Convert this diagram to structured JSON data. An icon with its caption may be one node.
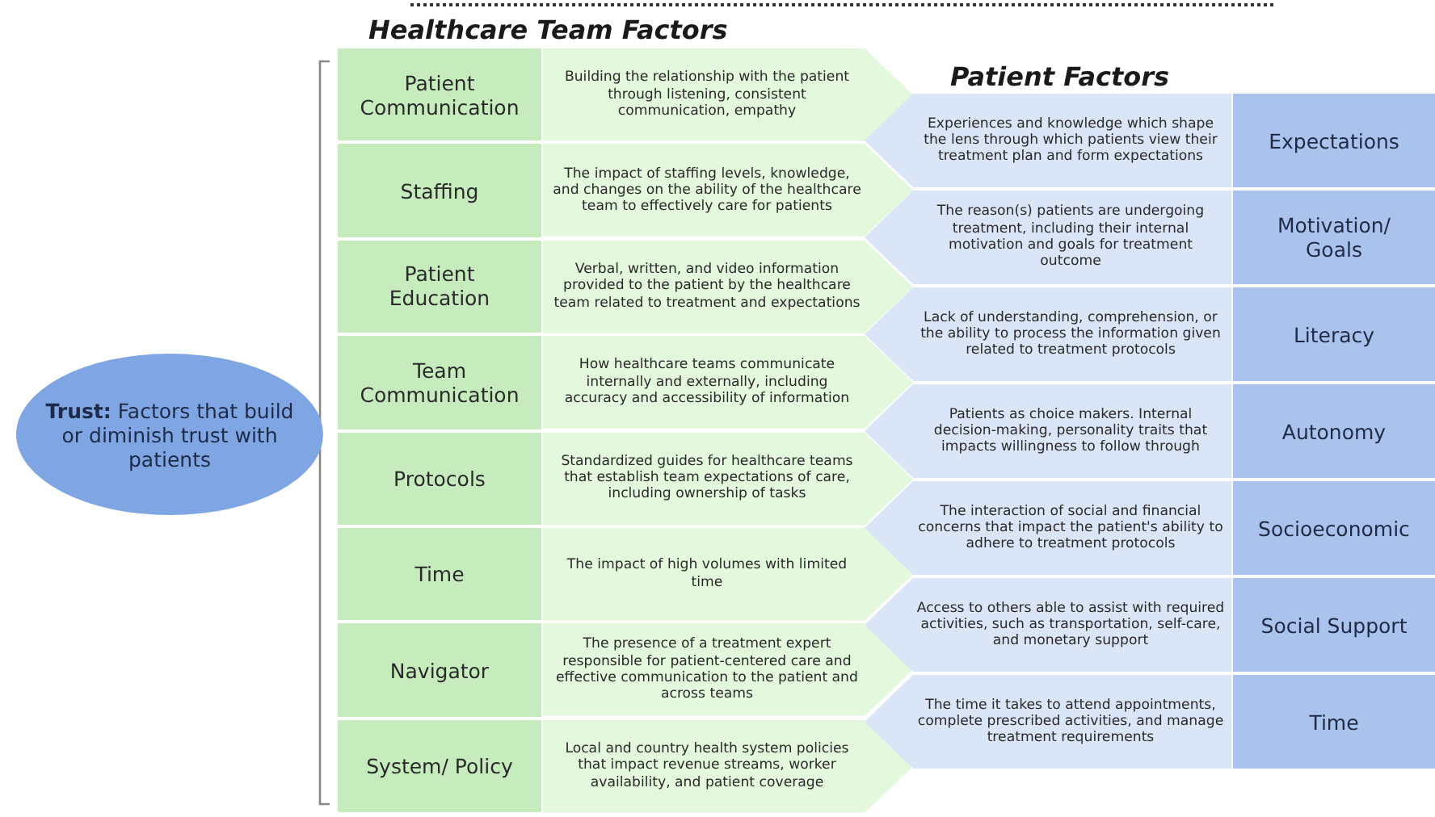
{
  "diagram": {
    "nodes": [
      {
        "text": [
          "**Trust:** Factors that build or diminish trust with patients"
        ]
      },
      {
        "text": [
          "Patient Communication"
        ]
      },
      {
        "text": [
          "Building the relationship with the patient through listening, consistent communication, empathy"
        ]
      },
      {
        "text": [
          "Staffing"
        ]
      },
      {
        "text": [
          "The impact of staffing levels, knowledge, and changes on the ability of the healthcare team to effectively care for patients"
        ]
      },
      {
        "text": [
          "Patient Education"
        ]
      },
      {
        "text": [
          "Verbal, written, and video information provided to the patient by the healthcare team related to treatment and expectations"
        ]
      },
      {
        "text": [
          "Team Communication"
        ]
      },
      {
        "text": [
          "How healthcare teams communicate internally and externally, including accuracy and accessibility of information"
        ]
      },
      {
        "text": [
          "Protocols"
        ]
      },
      {
        "text": [
          "Standardized guides for healthcare teams that establish team expectations of care, including ownership of tasks"
        ]
      },
      {
        "text": [
          "Time"
        ]
      },
      {
        "text": [
          "The impact of high volumes with limited time"
        ]
      },
      {
        "text": [
          "Navigator"
        ]
      },
      {
        "text": [
          "The presence of a treatment expert responsible for patient-centered care and effective communication to the patient and across teams"
        ]
      },
      {
        "text": [
          "System/ Policy"
        ]
      },
      {
        "text": [
          "Local and country health system policies that impact revenue streams, worker availability, and patient coverage"
        ]
      },
      {
        "text": [
          "Experiences and knowledge which shape the lens through which patients view their treatment plan and form expectations"
        ]
      },
      {
        "text": [
          "Expectations"
        ]
      },
      {
        "text": [
          "The reason(s) patients are undergoing treatment, including their internal motivation and goals for treatment outcome"
        ]
      },
      {
        "text": [
          "Motivation/ Goals"
        ]
      },
      {
        "text": [
          "Lack of understanding, comprehension, or the ability to process the information given related to treatment protocols"
        ]
      },
      {
        "text": [
          "Literacy"
        ]
      },
      {
        "text": [
          "Patients as choice makers. Internal decision-making, personality traits that impacts willingness to follow through"
        ]
      },
      {
        "text": [
          "Autonomy"
        ]
      },
      {
        "text": [
          "The interaction of social and financial concerns that impact the patient's ability to adhere to treatment protocols"
        ]
      },
      {
        "text": [
          "Socioeconomic"
        ]
      },
      {
        "text": [
          "Access to others able to assist with required activities, such as transportation, self-care, and monetary support"
        ]
      },
      {
        "text": [
          "Social Support"
        ]
      },
      {
        "text": [
          "The time it takes to attend appointments, complete prescribed activities, and manage treatment requirements"
        ]
      },
      {
        "text": [
          "Time"
        ]
      }
    ],
    "labels": [
      "Healthcare Team Factors",
      "Patient Factors"
    ]
  }
}
